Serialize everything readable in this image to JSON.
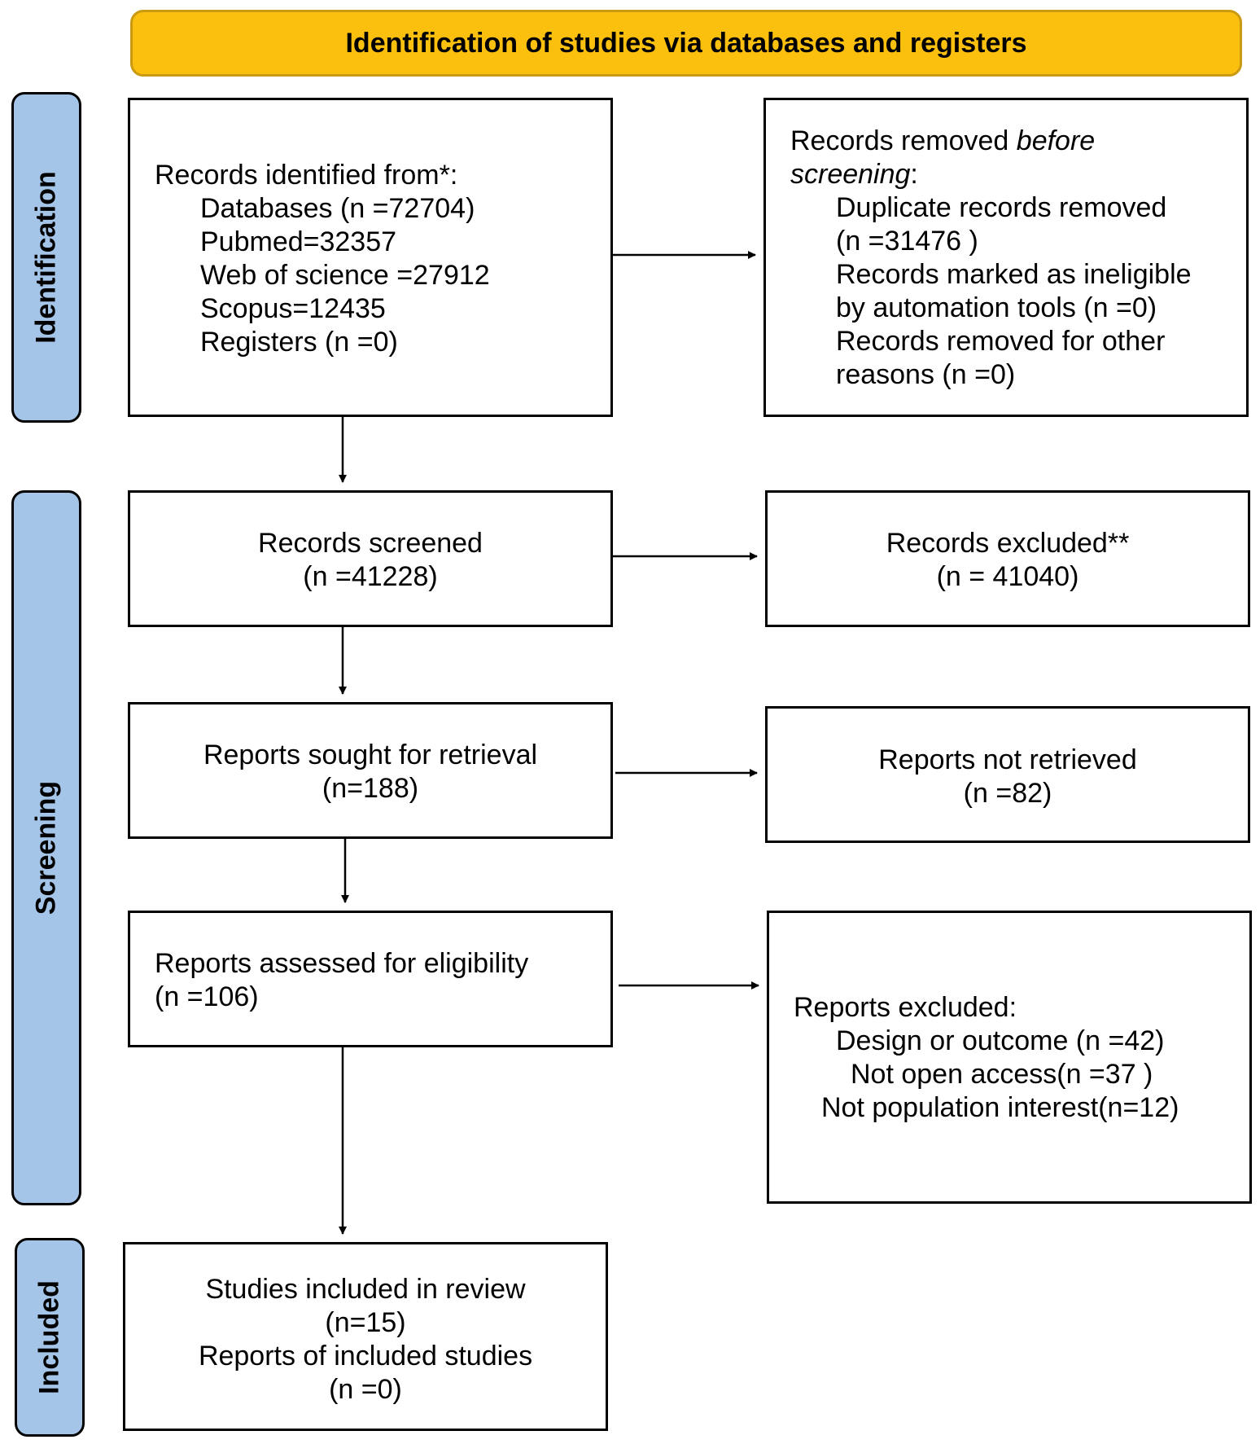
{
  "header": "Identification of studies via databases and registers",
  "phases": {
    "identification": "Identification",
    "screening": "Screening",
    "included": "Included"
  },
  "identified": {
    "title": "Records identified from*:",
    "databases": "Databases (n =72704)",
    "pubmed": "Pubmed=32357",
    "wos": "Web of science =27912",
    "scopus": "Scopus=12435",
    "registers": "Registers (n =0)"
  },
  "removed": {
    "title_a": "Records removed ",
    "title_b": "before",
    "title_c": "screening",
    "title_d": ":",
    "dup_1": "Duplicate records removed",
    "dup_2": "(n =31476 )",
    "auto_1": "Records marked as ineligible",
    "auto_2": "by automation tools (n =0)",
    "other_1": "Records removed for other",
    "other_2": "reasons (n =0)"
  },
  "screened": {
    "line1": "Records screened",
    "line2": "(n =41228)"
  },
  "excluded": {
    "line1": "Records excluded**",
    "line2": "(n = 41040)"
  },
  "sought": {
    "line1": "Reports sought for retrieval",
    "line2": "(n=188)"
  },
  "not_retrieved": {
    "line1": "Reports not retrieved",
    "line2": "(n =82)"
  },
  "assessed": {
    "line1": "Reports assessed for eligibility",
    "line2": "(n =106)"
  },
  "reports_excluded": {
    "title": "Reports excluded:",
    "design": "Design or outcome (n =42)",
    "access": "Not open access(n =37 )",
    "population": "Not population interest(n=12)"
  },
  "included": {
    "line1": "Studies included in review",
    "line2": "(n=15)",
    "line3": "Reports of included studies",
    "line4": "(n =0)"
  },
  "colors": {
    "header_fill": "#fbbf0e",
    "phase_fill": "#a4c5e8"
  }
}
